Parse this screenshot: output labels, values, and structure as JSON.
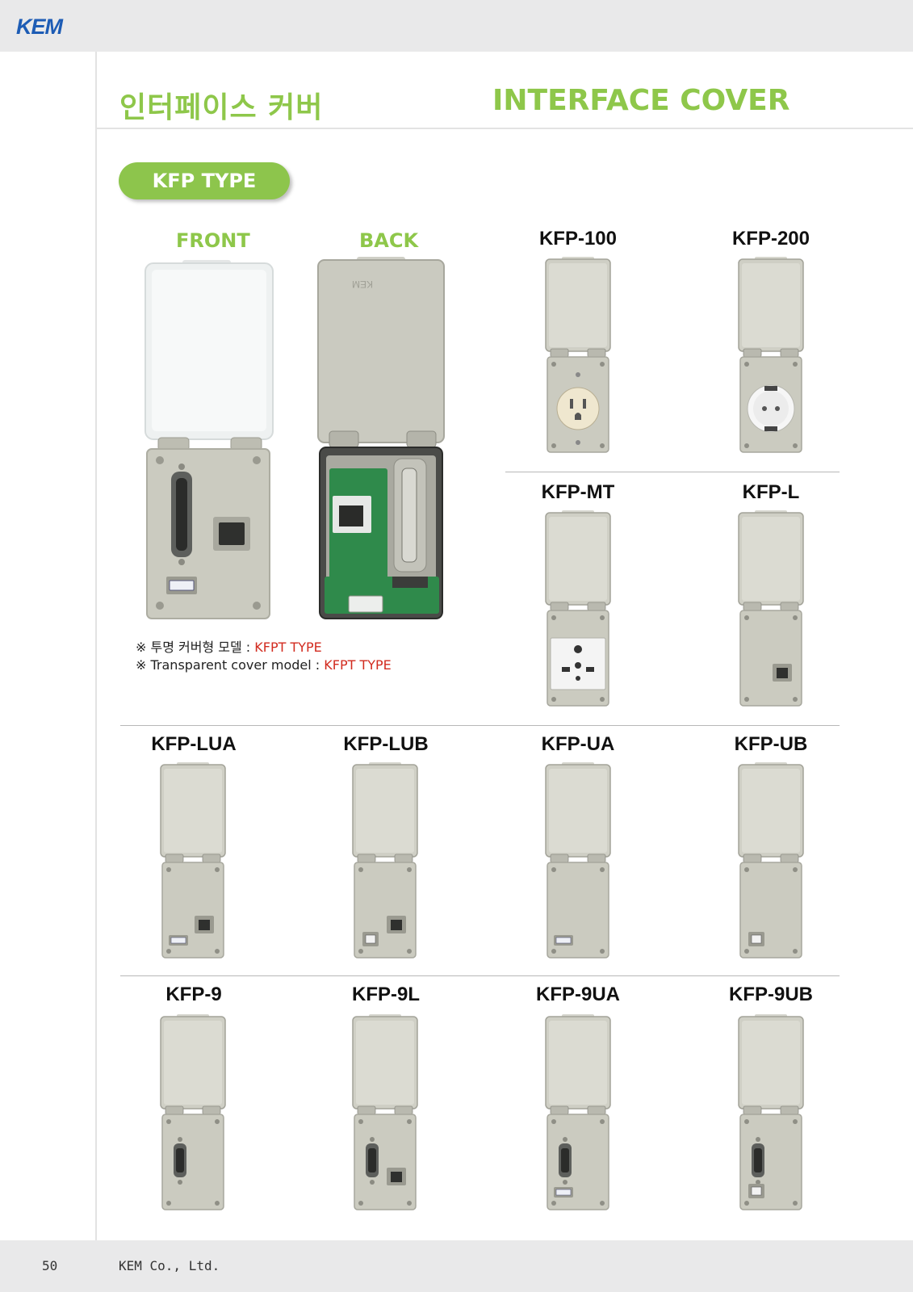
{
  "header": {
    "brand": "KEM"
  },
  "titles": {
    "korean": "인터페이스 커버",
    "english": "INTERFACE COVER"
  },
  "type_badge": "KFP TYPE",
  "views": {
    "front": "FRONT",
    "back": "BACK"
  },
  "notes": {
    "korean_prefix": "※ 투명 커버형 모델 : ",
    "english_prefix": "※ Transparent cover model : ",
    "model": "KFPT TYPE"
  },
  "products": [
    {
      "model": "KFP-100",
      "port": "us-outlet"
    },
    {
      "model": "KFP-200",
      "port": "schuko-outlet"
    },
    {
      "model": "KFP-MT",
      "port": "universal-outlet"
    },
    {
      "model": "KFP-L",
      "port": "rj45"
    },
    {
      "model": "KFP-LUA",
      "port": "rj45 + usb-a"
    },
    {
      "model": "KFP-LUB",
      "port": "rj45 + usb-b"
    },
    {
      "model": "KFP-UA",
      "port": "usb-a"
    },
    {
      "model": "KFP-UB",
      "port": "usb-b"
    },
    {
      "model": "KFP-9",
      "port": "db9"
    },
    {
      "model": "KFP-9L",
      "port": "db9 + rj45"
    },
    {
      "model": "KFP-9UA",
      "port": "db9 + usb-a"
    },
    {
      "model": "KFP-9UB",
      "port": "db9 + usb-b"
    }
  ],
  "footer": {
    "page_number": "50",
    "company": "KEM Co., Ltd."
  }
}
